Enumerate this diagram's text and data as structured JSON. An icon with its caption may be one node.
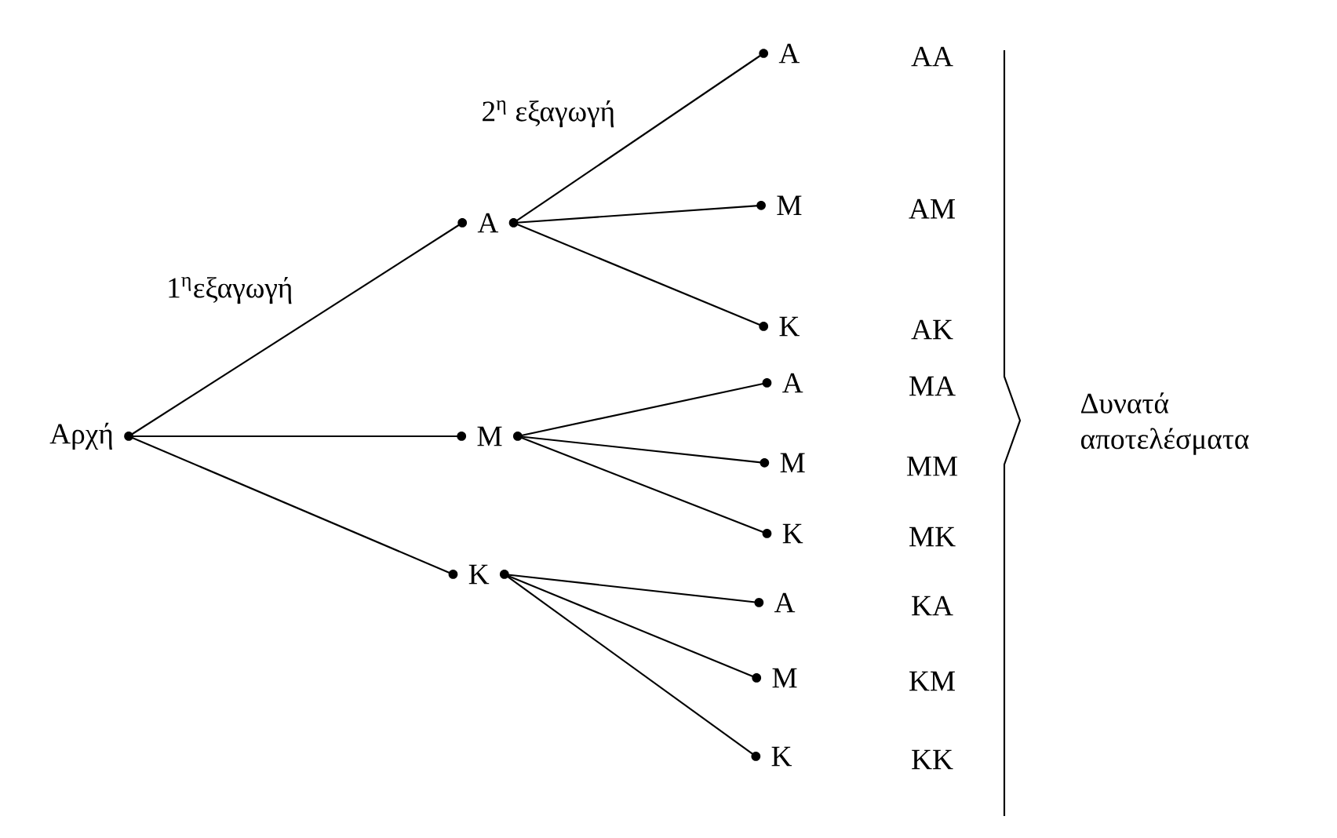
{
  "diagram": {
    "nodes": [
      {
        "text": [
          "Αρχή"
        ]
      },
      {
        "text": [
          "A"
        ]
      },
      {
        "text": [
          "M"
        ]
      },
      {
        "text": [
          "K"
        ]
      },
      {
        "text": [
          "A"
        ]
      },
      {
        "text": [
          "M"
        ]
      },
      {
        "text": [
          "K"
        ]
      },
      {
        "text": [
          "A"
        ]
      },
      {
        "text": [
          "M"
        ]
      },
      {
        "text": [
          "K"
        ]
      },
      {
        "text": [
          "A"
        ]
      },
      {
        "text": [
          "M"
        ]
      },
      {
        "text": [
          "K"
        ]
      }
    ],
    "edges": [
      {
        "from": 0,
        "to": 1,
        "arrow": "none",
        "label": "1$^{η}$εξαγωγή"
      },
      {
        "from": 0,
        "to": 2,
        "arrow": "none"
      },
      {
        "from": 0,
        "to": 3,
        "arrow": "none"
      },
      {
        "from": 1,
        "to": 4,
        "arrow": "none",
        "label": "2$^{η}$ εξαγωγή"
      },
      {
        "from": 1,
        "to": 5,
        "arrow": "none"
      },
      {
        "from": 1,
        "to": 6,
        "arrow": "none"
      },
      {
        "from": 2,
        "to": 7,
        "arrow": "none"
      },
      {
        "from": 2,
        "to": 8,
        "arrow": "none"
      },
      {
        "from": 2,
        "to": 9,
        "arrow": "none"
      },
      {
        "from": 3,
        "to": 10,
        "arrow": "none"
      },
      {
        "from": 3,
        "to": 11,
        "arrow": "none"
      },
      {
        "from": 3,
        "to": 12,
        "arrow": "none"
      }
    ],
    "labels": [
      "AA",
      "AM",
      "AK",
      "MA",
      "MM",
      "MK",
      "KA",
      "KM",
      "KK",
      "Δυνατά αποτελέσματα"
    ]
  }
}
